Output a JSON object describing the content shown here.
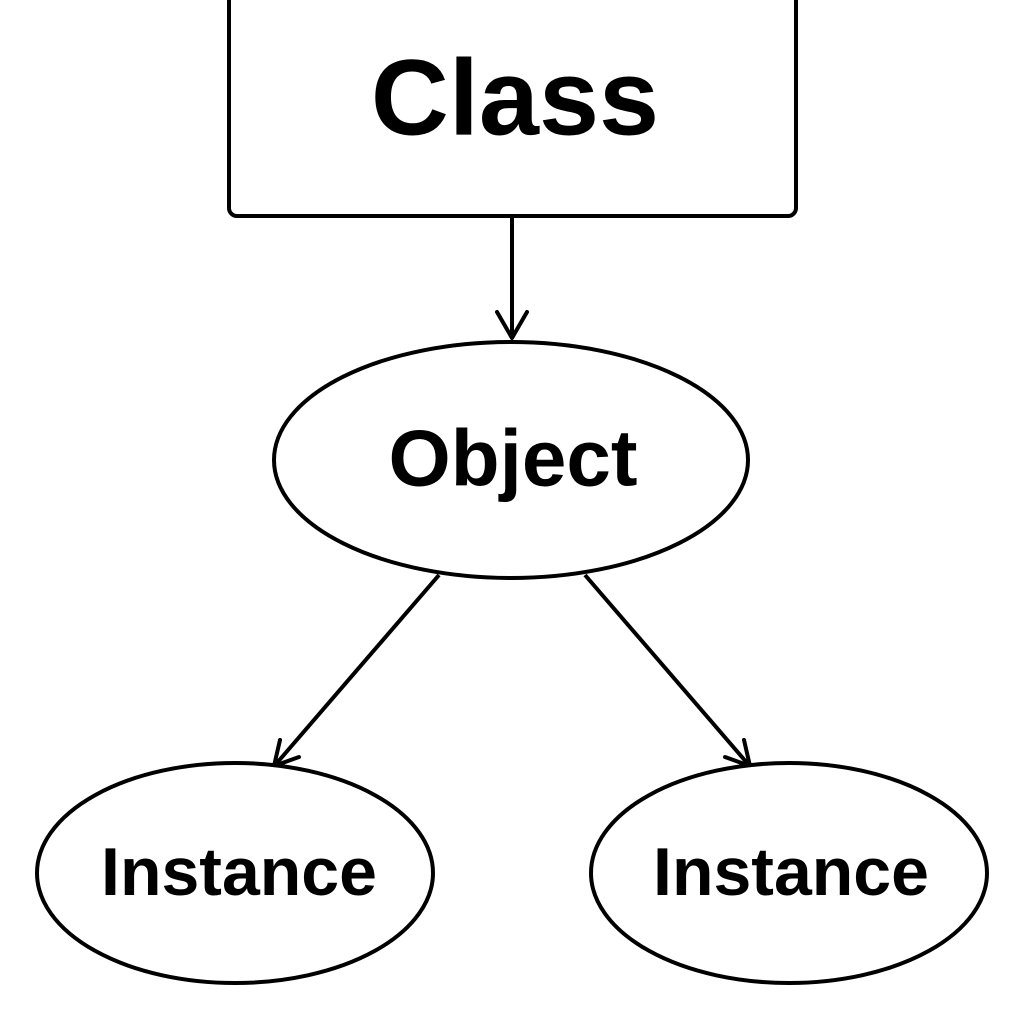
{
  "diagram": {
    "nodes": [
      {
        "id": "class",
        "label": "Class",
        "shape": "rectangle"
      },
      {
        "id": "object",
        "label": "Object",
        "shape": "ellipse"
      },
      {
        "id": "instance-left",
        "label": "Instance",
        "shape": "ellipse"
      },
      {
        "id": "instance-right",
        "label": "Instance",
        "shape": "ellipse"
      }
    ],
    "edges": [
      {
        "from": "class",
        "to": "object"
      },
      {
        "from": "object",
        "to": "instance-left"
      },
      {
        "from": "object",
        "to": "instance-right"
      }
    ],
    "colors": {
      "stroke": "#000000",
      "fill": "#ffffff",
      "text": "#000000"
    }
  }
}
